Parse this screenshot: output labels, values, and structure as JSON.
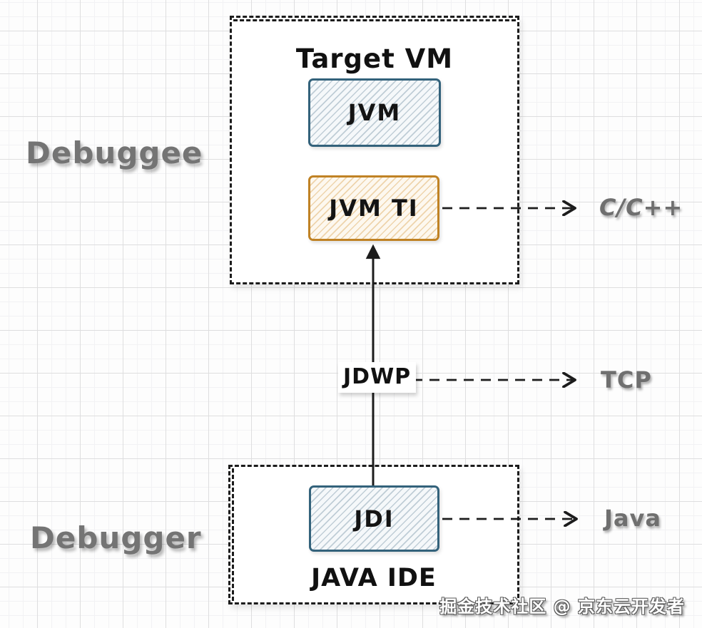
{
  "diagram": {
    "title_context": "JPDA debugging architecture",
    "debuggee_label": "Debuggee",
    "debugger_label": "Debugger",
    "target_vm": {
      "title": "Target VM",
      "jvm_label": "JVM",
      "jvmti_label": "JVM TI"
    },
    "java_ide": {
      "title": "JAVA IDE",
      "jdi_label": "JDI"
    },
    "jdwp_label": "JDWP",
    "endpoints": {
      "c_cpp": "C/C++",
      "tcp": "TCP",
      "java": "Java"
    },
    "arrows": [
      {
        "from": "JDI",
        "to": "JVM TI",
        "label": "JDWP",
        "style": "solid",
        "direction": "up"
      },
      {
        "from": "JVM TI",
        "to": "C/C++",
        "style": "dashed",
        "direction": "right"
      },
      {
        "from": "JDWP",
        "to": "TCP",
        "style": "dashed",
        "direction": "right"
      },
      {
        "from": "JDI",
        "to": "Java",
        "style": "dashed",
        "direction": "right"
      }
    ]
  },
  "watermark": {
    "text": "掘金技术社区 @ 京东云开发者"
  },
  "colors": {
    "line": "#1c1c1c",
    "blue_node_border": "#33627b",
    "orange_node_border": "#c08224",
    "side_label": "#747474",
    "endpoint_label": "#6f6f6f",
    "grid_major": "#dededf",
    "grid_minor": "#f2f2f4"
  }
}
